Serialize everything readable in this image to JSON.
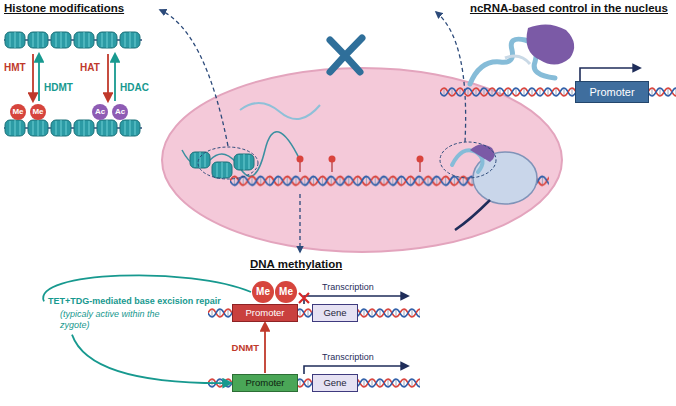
{
  "diagram": {
    "nodes": [
      {
        "text": [
          "Me"
        ]
      },
      {
        "text": [
          "Me"
        ]
      },
      {
        "text": [
          "Ac"
        ]
      },
      {
        "text": [
          "Ac"
        ]
      },
      {
        "text": [
          "Promoter"
        ]
      },
      {
        "text": [
          "Me"
        ]
      },
      {
        "text": [
          "Me"
        ]
      },
      {
        "text": [
          "Promoter"
        ]
      },
      {
        "text": [
          "Gene"
        ]
      },
      {
        "text": [
          "Promoter"
        ]
      },
      {
        "text": [
          "Gene"
        ]
      }
    ],
    "edges": [
      {
        "from": 9,
        "to": 7,
        "arrow": "to",
        "label": "DNMT"
      },
      {
        "from": 5,
        "to": 9,
        "arrow": "to",
        "label": "TET+TDG-mediated base excision repair"
      }
    ],
    "labels": [
      "Histone modifications",
      "HMT",
      "HDMT",
      "HAT",
      "HDAC",
      "ncRNA-based control in the nucleus",
      "DNA methylation",
      "Transcription",
      "Transcription",
      "(typicaly active within the zygote)"
    ]
  }
}
